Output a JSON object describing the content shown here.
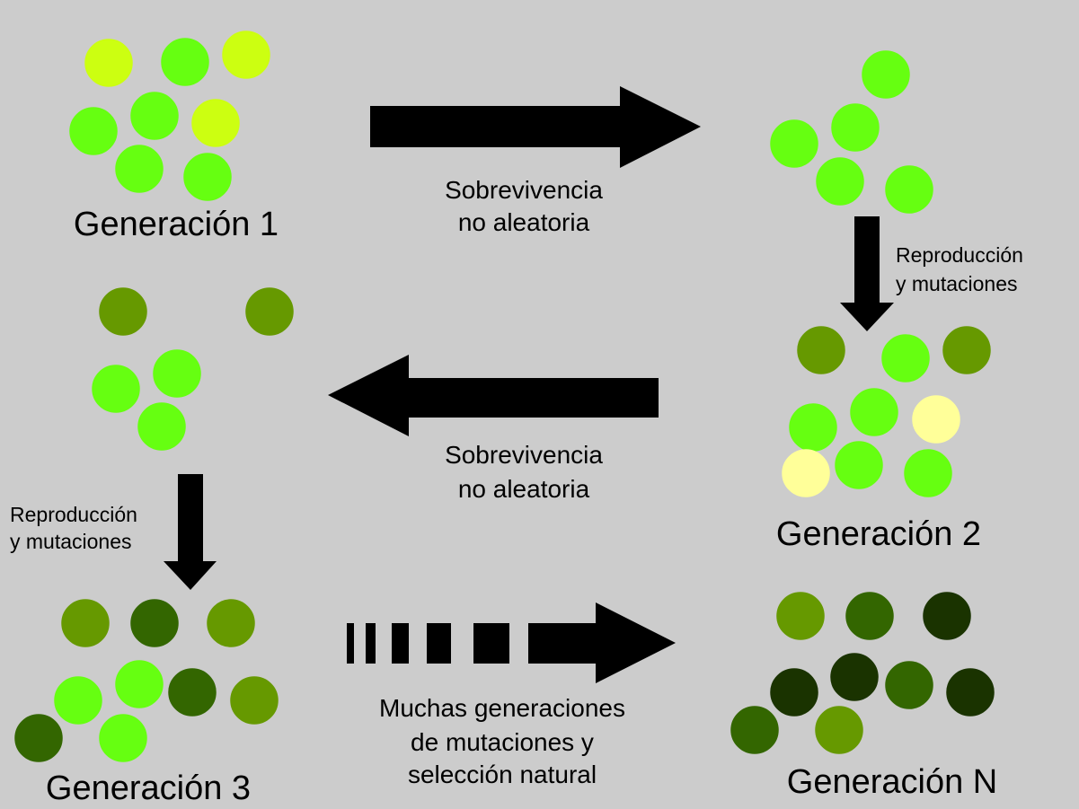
{
  "palette": {
    "yellow_green": "#ccff11",
    "lime": "#66ff11",
    "pale_yellow": "#ffff99",
    "olive": "#669900",
    "dark_green": "#336600",
    "very_dark_green": "#1a3300",
    "arrow": "#000000",
    "background": "#cccccc"
  },
  "generations": {
    "gen1": {
      "title": "Generación 1",
      "cells": [
        "yellow_green",
        "lime",
        "yellow_green",
        "lime",
        "lime",
        "yellow_green",
        "lime",
        "lime"
      ]
    },
    "gen1_survivors": {
      "cells": [
        "lime",
        "lime",
        "lime",
        "lime",
        "lime"
      ]
    },
    "gen2": {
      "title": "Generación 2",
      "cells": [
        "olive",
        "lime",
        "olive",
        "lime",
        "lime",
        "pale_yellow",
        "pale_yellow",
        "lime",
        "lime"
      ]
    },
    "gen2_survivors": {
      "cells": [
        "olive",
        "olive",
        "lime",
        "lime",
        "lime"
      ]
    },
    "gen3": {
      "title": "Generación 3",
      "cells": [
        "olive",
        "dark_green",
        "olive",
        "lime",
        "lime",
        "dark_green",
        "olive",
        "dark_green",
        "lime"
      ]
    },
    "genN": {
      "title": "Generación N",
      "cells": [
        "olive",
        "dark_green",
        "very_dark_green",
        "very_dark_green",
        "very_dark_green",
        "dark_green",
        "very_dark_green",
        "dark_green",
        "olive"
      ]
    }
  },
  "arrows": {
    "survival_1": {
      "line1": "Sobrevivencia",
      "line2": "no aleatoria"
    },
    "reproduction_1": {
      "line1": "Reproducción",
      "line2": "y mutaciones"
    },
    "survival_2": {
      "line1": "Sobrevivencia",
      "line2": "no aleatoria"
    },
    "reproduction_2": {
      "line1": "Reproducción",
      "line2": "y mutaciones"
    },
    "many_generations": {
      "line1": "Muchas generaciones",
      "line2": "de mutaciones y",
      "line3": "selección natural"
    }
  }
}
